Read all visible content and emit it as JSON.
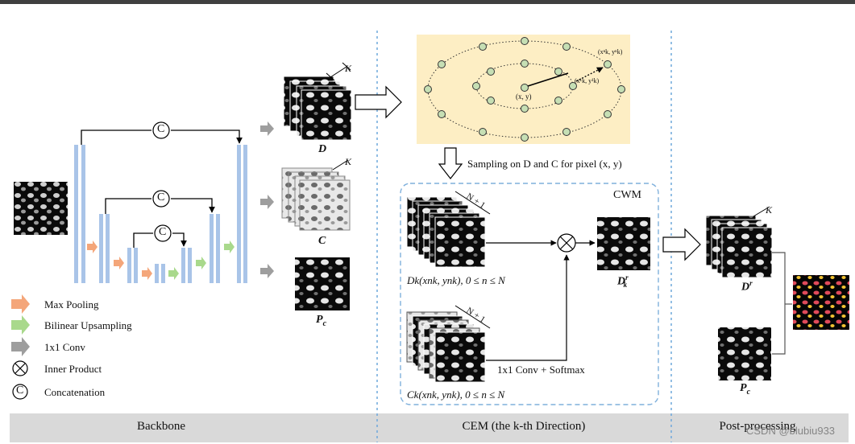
{
  "sections": {
    "backbone": "Backbone",
    "cem": "CEM (the k-th Direction)",
    "post": "Post-processing"
  },
  "legend": [
    {
      "icon": "orange-arrow-icon",
      "color": "#f4a67a",
      "label": "Max Pooling"
    },
    {
      "icon": "green-arrow-icon",
      "color": "#a9d98c",
      "label": "Bilinear Upsampling"
    },
    {
      "icon": "gray-arrow-icon",
      "color": "#9e9e9e",
      "label": "1x1 Conv"
    },
    {
      "icon": "inner-product-icon",
      "color": "#000000",
      "label": "Inner Product"
    },
    {
      "icon": "concatenation-icon",
      "color": "#000000",
      "label": "Concatenation"
    }
  ],
  "labels": {
    "D": "D",
    "C": "C",
    "Pc": "P",
    "Pc_sub": "c",
    "K": "K",
    "concat_symbol": "C",
    "sampling": "Sampling on D and C for pixel (x, y)",
    "cwm": "CWM",
    "N1": "N + 1",
    "Dk_caption": "Dk(xnk, ynk), 0 ≤ n ≤ N",
    "Ck_caption": "Ck(xnk, ynk), 0 ≤ n ≤ N",
    "conv_softmax": "1x1 Conv + Softmax",
    "Dkr": "D",
    "Dkr_sup": "r",
    "Dkr_sub": "k",
    "Dr": "D",
    "Dr_sup": "r",
    "Pc2": "P",
    "Pc2_sub": "c",
    "xy": "(x, y)",
    "xk1": "(x¹k, y¹k)",
    "xkn": "(xⁿk, yⁿk)"
  },
  "colors": {
    "unet_bar": "#a9c4e8",
    "panel_bg": "#fdeec4",
    "node_fill": "#c6dfb4",
    "divider": "#6fa8dc",
    "cwm_border": "#7fb0dc"
  },
  "watermark": "CSDN @blubiu933"
}
